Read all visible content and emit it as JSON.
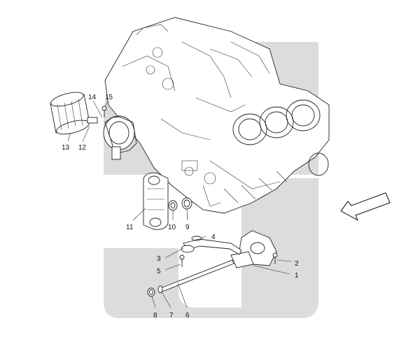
{
  "diagram": {
    "watermark_color": "#dcdcdc",
    "line_color": "#222222",
    "direction_arrow_icon": "direction-arrow-icon",
    "callouts": [
      {
        "id": "c1",
        "label": "1"
      },
      {
        "id": "c2",
        "label": "2"
      },
      {
        "id": "c3",
        "label": "3"
      },
      {
        "id": "c4",
        "label": "4"
      },
      {
        "id": "c5",
        "label": "5"
      },
      {
        "id": "c6",
        "label": "6"
      },
      {
        "id": "c7",
        "label": "7"
      },
      {
        "id": "c8",
        "label": "8"
      },
      {
        "id": "c9",
        "label": "9"
      },
      {
        "id": "c10",
        "label": "10"
      },
      {
        "id": "c11",
        "label": "11"
      },
      {
        "id": "c12",
        "label": "12"
      },
      {
        "id": "c13",
        "label": "13"
      },
      {
        "id": "c14",
        "label": "14"
      },
      {
        "id": "c15",
        "label": "15"
      }
    ]
  }
}
